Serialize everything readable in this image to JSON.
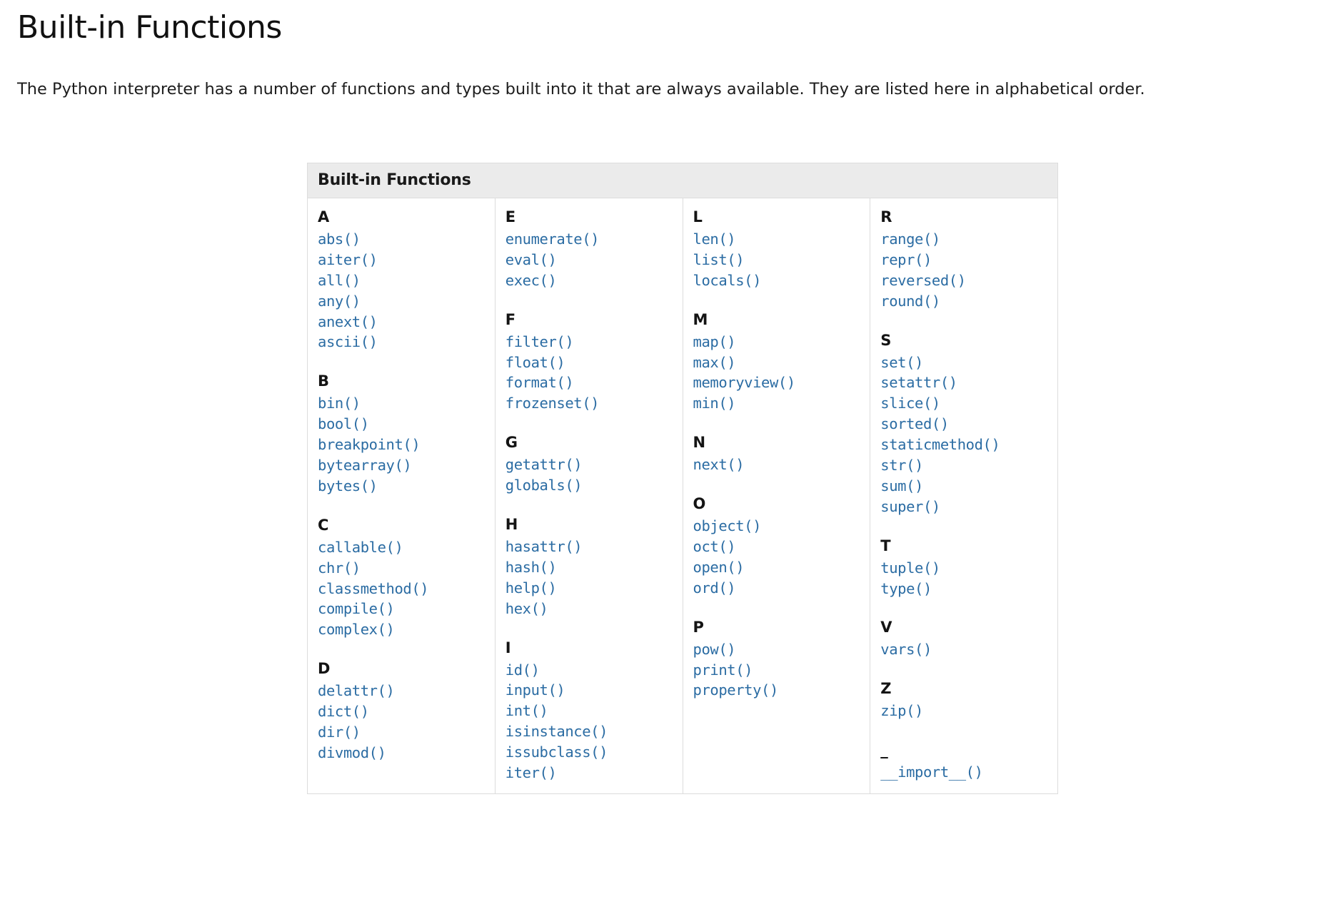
{
  "page": {
    "title": "Built-in Functions",
    "intro": "The Python interpreter has a number of functions and types built into it that are always available. They are listed here in alphabetical order."
  },
  "colors": {
    "link": "#2b6ca3",
    "caption_bg": "#ebebeb",
    "border": "#dcdcdc",
    "text": "#1a1a1a"
  },
  "table": {
    "caption": "Built-in Functions",
    "columns": [
      {
        "groups": [
          {
            "letter": "A",
            "functions": [
              "abs()",
              "aiter()",
              "all()",
              "any()",
              "anext()",
              "ascii()"
            ]
          },
          {
            "letter": "B",
            "functions": [
              "bin()",
              "bool()",
              "breakpoint()",
              "bytearray()",
              "bytes()"
            ]
          },
          {
            "letter": "C",
            "functions": [
              "callable()",
              "chr()",
              "classmethod()",
              "compile()",
              "complex()"
            ]
          },
          {
            "letter": "D",
            "functions": [
              "delattr()",
              "dict()",
              "dir()",
              "divmod()"
            ]
          }
        ]
      },
      {
        "groups": [
          {
            "letter": "E",
            "functions": [
              "enumerate()",
              "eval()",
              "exec()"
            ]
          },
          {
            "letter": "F",
            "functions": [
              "filter()",
              "float()",
              "format()",
              "frozenset()"
            ]
          },
          {
            "letter": "G",
            "functions": [
              "getattr()",
              "globals()"
            ]
          },
          {
            "letter": "H",
            "functions": [
              "hasattr()",
              "hash()",
              "help()",
              "hex()"
            ]
          },
          {
            "letter": "I",
            "functions": [
              "id()",
              "input()",
              "int()",
              "isinstance()",
              "issubclass()",
              "iter()"
            ]
          }
        ]
      },
      {
        "groups": [
          {
            "letter": "L",
            "functions": [
              "len()",
              "list()",
              "locals()"
            ]
          },
          {
            "letter": "M",
            "functions": [
              "map()",
              "max()",
              "memoryview()",
              "min()"
            ]
          },
          {
            "letter": "N",
            "functions": [
              "next()"
            ]
          },
          {
            "letter": "O",
            "functions": [
              "object()",
              "oct()",
              "open()",
              "ord()"
            ]
          },
          {
            "letter": "P",
            "functions": [
              "pow()",
              "print()",
              "property()"
            ]
          }
        ]
      },
      {
        "groups": [
          {
            "letter": "R",
            "functions": [
              "range()",
              "repr()",
              "reversed()",
              "round()"
            ]
          },
          {
            "letter": "S",
            "functions": [
              "set()",
              "setattr()",
              "slice()",
              "sorted()",
              "staticmethod()",
              "str()",
              "sum()",
              "super()"
            ]
          },
          {
            "letter": "T",
            "functions": [
              "tuple()",
              "type()"
            ]
          },
          {
            "letter": "V",
            "functions": [
              "vars()"
            ]
          },
          {
            "letter": "Z",
            "functions": [
              "zip()"
            ]
          },
          {
            "letter": "_",
            "functions": [
              "__import__()"
            ]
          }
        ]
      }
    ]
  }
}
